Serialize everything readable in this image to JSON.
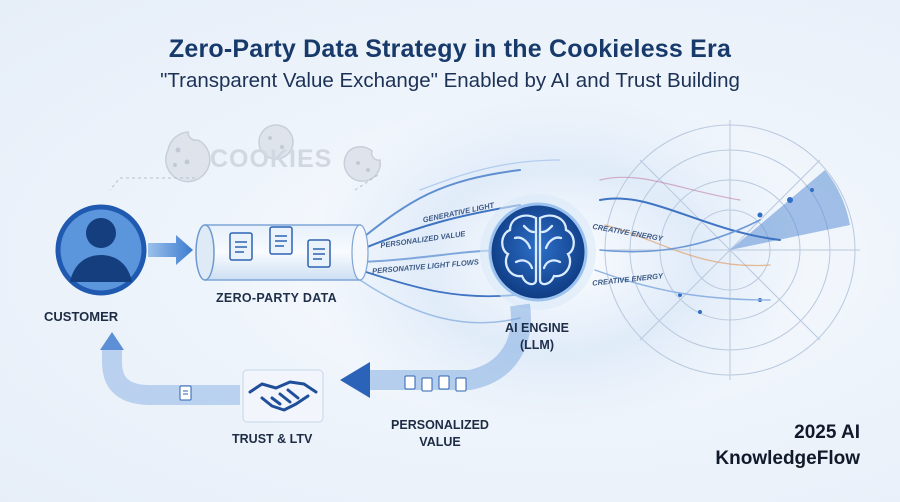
{
  "title": "Zero-Party Data Strategy in the Cookieless Era",
  "subtitle": "\"Transparent Value Exchange\" Enabled by AI and Trust Building",
  "cookies_label": "COOKIES",
  "nodes": {
    "customer": "CUSTOMER",
    "zero_party_data": "ZERO-PARTY DATA",
    "ai_engine_line1": "AI ENGINE",
    "ai_engine_line2": "(LLM)",
    "trust": "TRUST & LTV",
    "personalized_value_line1": "PERSONALIZED",
    "personalized_value_line2": "VALUE"
  },
  "flow_texts": [
    "PERSONALIZED VALUE",
    "PERSONATIVE LIGHT FLOWS",
    "GENERATIVE LIGHT",
    "CREATIVE ENERGY",
    "CREATIVE ENERGY"
  ],
  "brand_line1": "2025 AI",
  "brand_line2": "KnowledgeFlow",
  "colors": {
    "accent": "#2f6fc4",
    "dark_blue": "#173a6b",
    "light_blue": "#8fb6e6"
  }
}
